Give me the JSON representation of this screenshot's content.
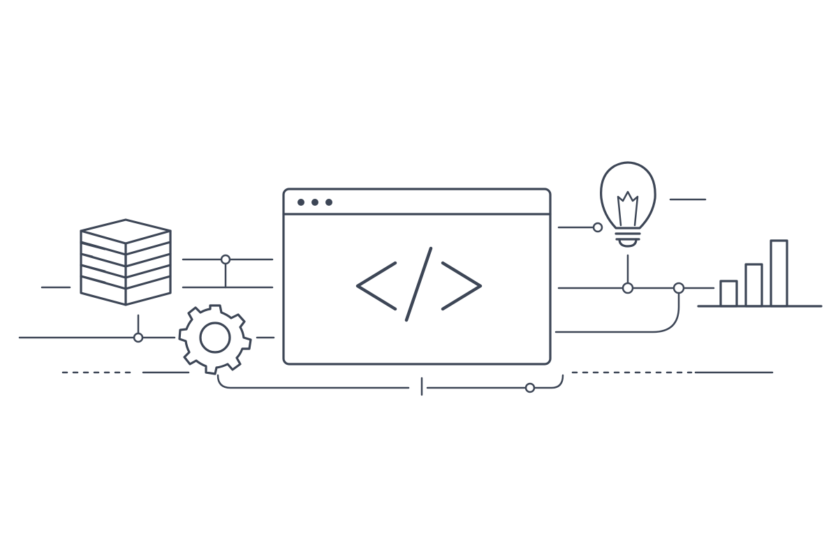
{
  "colors": {
    "ink": "#3d4656",
    "background": "#ffffff"
  },
  "icons": {
    "database": "database-icon",
    "gear": "gear-icon",
    "browser": "browser-window-icon",
    "code": "code-brackets-icon",
    "lightbulb": "lightbulb-icon",
    "bar_chart": "bar-chart-icon"
  },
  "bar_chart_icon": {
    "bar_heights_relative": [
      0.36,
      0.6,
      0.95
    ]
  }
}
